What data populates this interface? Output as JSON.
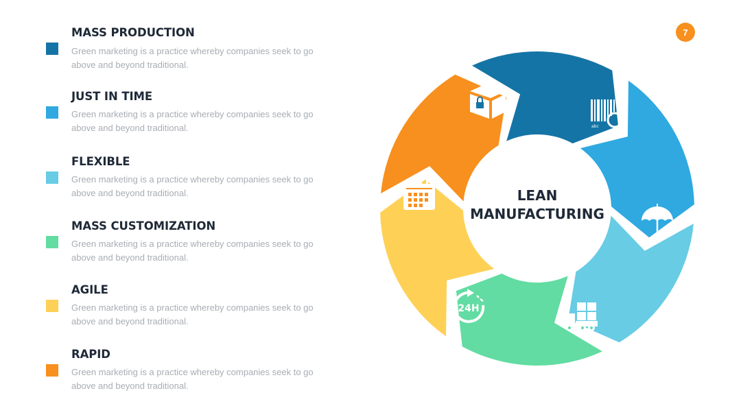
{
  "page_number": "7",
  "center": {
    "line1": "LEAN",
    "line2": "MANUFACTURING"
  },
  "items": [
    {
      "title": "MASS PRODUCTION",
      "description": "Green marketing is a practice whereby companies seek to go above and beyond traditional.",
      "color": "#1574a6"
    },
    {
      "title": "JUST IN TIME",
      "description": "Green marketing is a practice whereby companies seek to go above and beyond traditional.",
      "color": "#2fa9e0"
    },
    {
      "title": "FLEXIBLE",
      "description": "Green marketing is a practice whereby companies seek to go above and beyond traditional.",
      "color": "#67cce4"
    },
    {
      "title": "MASS CUSTOMIZATION",
      "description": "Green marketing is a practice whereby companies seek to go above and beyond traditional.",
      "color": "#62dca2"
    },
    {
      "title": "AGILE",
      "description": "Green marketing is a practice whereby companies seek to go above and beyond traditional.",
      "color": "#fed055"
    },
    {
      "title": "RAPID",
      "description": "Green marketing is a practice whereby companies seek to go above and beyond traditional.",
      "color": "#f7901e"
    }
  ],
  "segment_icons": [
    "locked-box-icon",
    "barcode-search-icon",
    "umbrella-icon",
    "delivery-truck-icon",
    "24h-service-icon",
    "calendar-icon"
  ],
  "icon_labels": {
    "barcode": "abc",
    "service": "24H"
  }
}
